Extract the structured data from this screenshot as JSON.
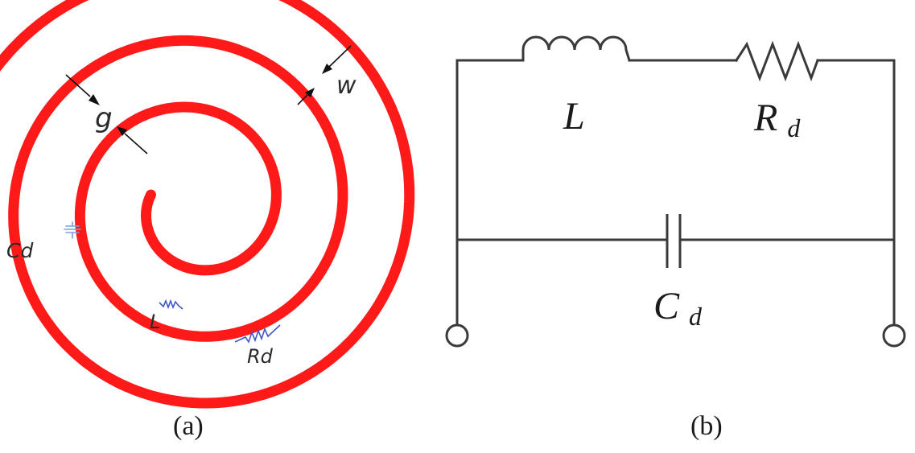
{
  "colors": {
    "spiral": "#ff1a1a",
    "parasitic_capacitor": "#7a9fd8",
    "parasitic_element": "#3f57c4",
    "wire": "#3a3a3a",
    "arrow": "#111111"
  },
  "panel_a": {
    "caption": "(a)",
    "labels": {
      "gap": "g",
      "width": "w",
      "capacitance": "Cd",
      "inductance": "L",
      "resistance": "Rd"
    }
  },
  "panel_b": {
    "caption": "(b)",
    "labels": {
      "inductor": "L",
      "resistor_main": "R",
      "resistor_sub": "d",
      "capacitor_main": "C",
      "capacitor_sub": "d"
    }
  }
}
